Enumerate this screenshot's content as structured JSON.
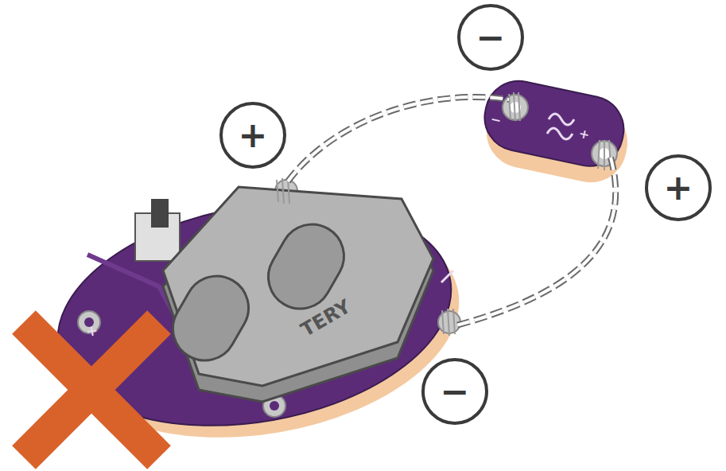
{
  "diagram": {
    "nodes": [
      {
        "text": [
          "+"
        ]
      },
      {
        "text": [
          "−"
        ]
      },
      {
        "text": [
          "+"
        ]
      },
      {
        "text": [
          "−"
        ]
      }
    ],
    "labels": [
      "TERY",
      "−",
      "+",
      "+"
    ]
  }
}
